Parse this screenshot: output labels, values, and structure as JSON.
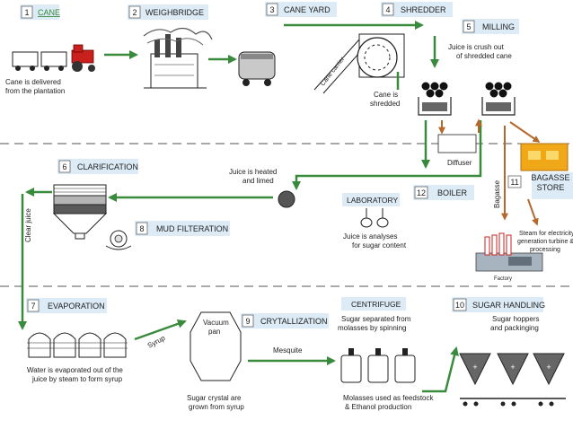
{
  "stages": [
    {
      "num": "1",
      "label": "CANE"
    },
    {
      "num": "2",
      "label": "WEIGHBRIDGE"
    },
    {
      "num": "3",
      "label": "CANE YARD"
    },
    {
      "num": "4",
      "label": "SHREDDER"
    },
    {
      "num": "5",
      "label": "MILLING"
    },
    {
      "num": "6",
      "label": "CLARIFICATION"
    },
    {
      "num": "7",
      "label": "EVAPORATION"
    },
    {
      "num": "8",
      "label": "MUD FILTERATION"
    },
    {
      "num": "9",
      "label": "CRYTALLIZATION"
    },
    {
      "num": "10",
      "label": "SUGAR HANDLING"
    },
    {
      "num": "11",
      "label": "BAGASSE STORE"
    },
    {
      "num": "12",
      "label": "BOILER"
    }
  ],
  "laboratory": "LABORATORY",
  "centrifuge": "CENTRIFUGE",
  "captions": {
    "cane_delivered": "Cane is delivered from the plantation",
    "cane_carrier": "Cane carrier",
    "cane_shredded": "Cane is shredded",
    "juice_crushed": "Juice is crush out of shredded cane",
    "diffuser": "Diffuser",
    "juice_heated": "Juice is heated and limed",
    "bagasse": "Bagasse",
    "juice_analysed": "Juice is analyses for sugar content",
    "steam_electricity": "Steam for electricity generation turbine & processing",
    "factory": "Factory",
    "clear_juice": "Clear juice",
    "syrup": "Syrup",
    "vacuum_pan": "Vacuum pan",
    "mesquite": "Mesquite",
    "sugar_separated": "Sugar separated from molasses by spinning",
    "sugar_hoppers": "Sugar hoppers and packinging",
    "water_evaporated": "Water is evaporated out of the juice by steam to form syrup",
    "sugar_crystal": "Sugar crystal are grown from syrup",
    "molasses": "Molasses used as feedstock & Ethanol production"
  },
  "colors": {
    "label_bg": "#dcebf6",
    "flow_green": "#3a8a3e",
    "flow_brown": "#b5682c",
    "cane_link": "#3a8a3e"
  }
}
